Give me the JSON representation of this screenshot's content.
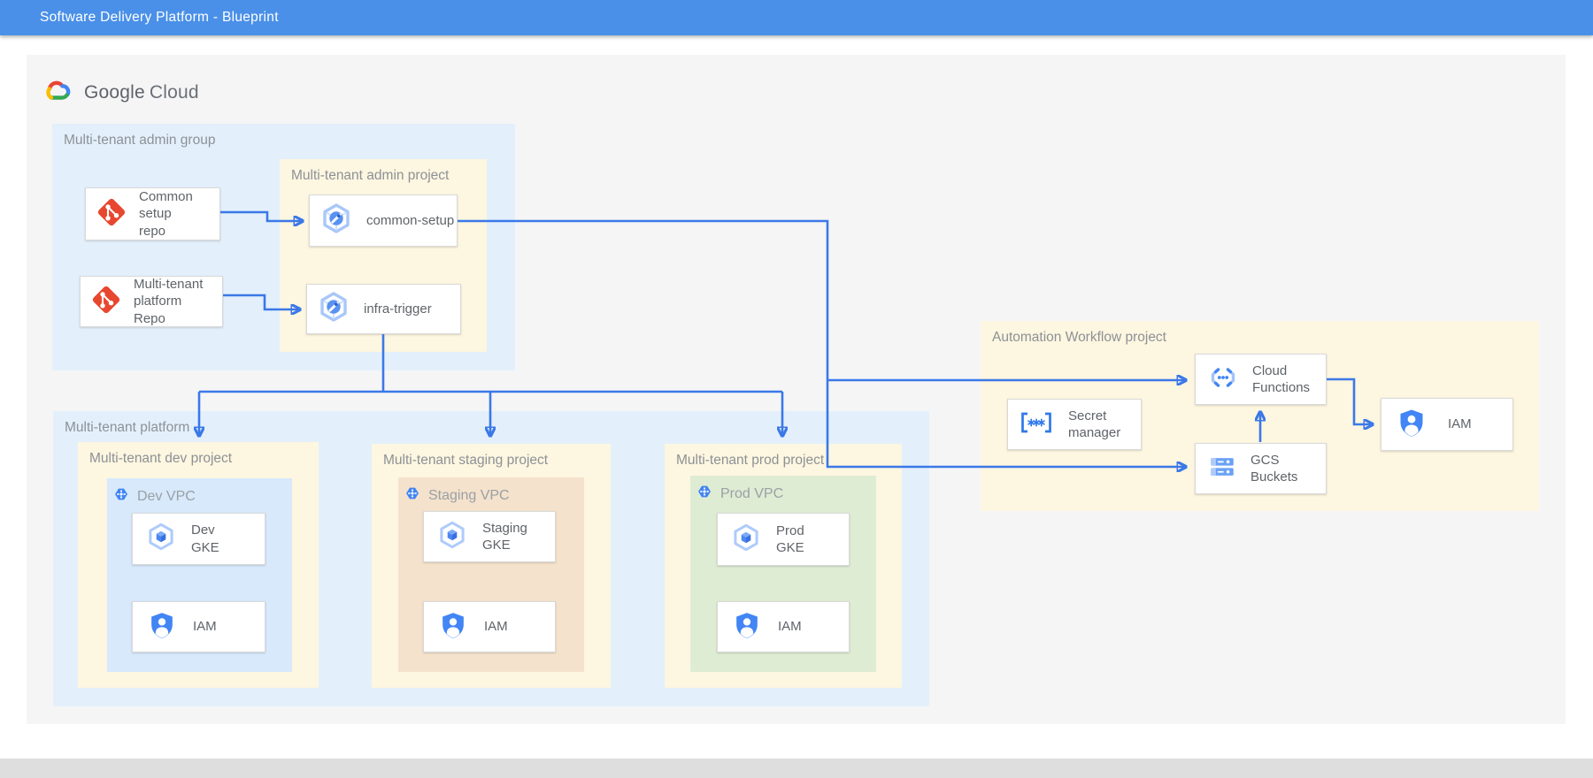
{
  "titlebar": {
    "title": "Software Delivery Platform - Blueprint"
  },
  "logo": {
    "google": "Google",
    "cloud": "Cloud"
  },
  "groups": {
    "admin_group": {
      "label": "Multi-tenant admin group"
    },
    "admin_project": {
      "label": "Multi-tenant admin project"
    },
    "platform": {
      "label": "Multi-tenant platform"
    },
    "dev_project": {
      "label": "Multi-tenant dev project"
    },
    "staging_project": {
      "label": "Multi-tenant staging project"
    },
    "prod_project": {
      "label": "Multi-tenant prod project"
    },
    "automation": {
      "label": "Automation Workflow project"
    },
    "dev_vpc": {
      "label": "Dev VPC"
    },
    "staging_vpc": {
      "label": "Staging VPC"
    },
    "prod_vpc": {
      "label": "Prod VPC"
    }
  },
  "nodes": {
    "common_setup_repo": {
      "label": "Common\nsetup\nrepo",
      "icon": "git-icon"
    },
    "platform_repo": {
      "label": "Multi-tenant\nplatform\nRepo",
      "icon": "git-icon"
    },
    "common_setup": {
      "label": "common-setup",
      "icon": "cloud-build-icon"
    },
    "infra_trigger": {
      "label": "infra-trigger",
      "icon": "cloud-build-icon"
    },
    "dev_gke": {
      "label": "Dev\nGKE",
      "icon": "gke-icon"
    },
    "dev_iam": {
      "label": "IAM",
      "icon": "iam-shield-icon"
    },
    "staging_gke": {
      "label": "Staging\nGKE",
      "icon": "gke-icon"
    },
    "staging_iam": {
      "label": "IAM",
      "icon": "iam-shield-icon"
    },
    "prod_gke": {
      "label": "Prod\nGKE",
      "icon": "gke-icon"
    },
    "prod_iam": {
      "label": "IAM",
      "icon": "iam-shield-icon"
    },
    "secret_manager": {
      "label": "Secret\nmanager",
      "icon": "secret-manager-icon"
    },
    "cloud_functions": {
      "label": "Cloud\nFunctions",
      "icon": "cloud-functions-icon"
    },
    "gcs_buckets": {
      "label": "GCS\nBuckets",
      "icon": "cloud-storage-icon"
    },
    "iam": {
      "label": "IAM",
      "icon": "iam-shield-icon"
    }
  },
  "colors": {
    "titlebar": "#4a90e8",
    "accent": "#3b78e8",
    "canvas": "#f5f5f6",
    "group_blue": "#e3f0fc",
    "vpc_blue": "#d7e9fb",
    "project_yellow": "#fdf6e0",
    "vpc_peach": "#f5e2cc",
    "vpc_green": "#deecd3",
    "footer": "#dedede",
    "card_border": "#d9d9d9",
    "label_gray": "#8d9196",
    "card_text": "#5f6368",
    "git_red": "#e8472f",
    "gcp_blue": "#4285f4"
  }
}
